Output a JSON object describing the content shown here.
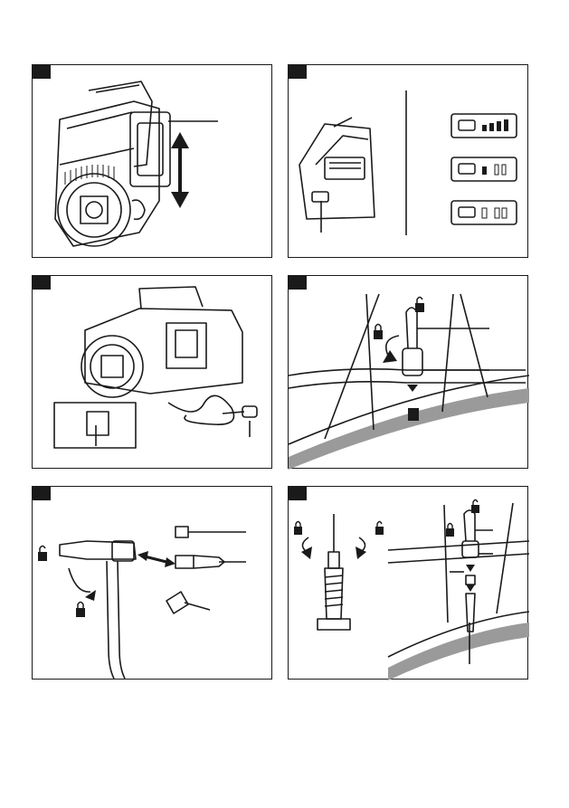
{
  "page": {
    "panels": [
      {
        "id": "p1",
        "subject": "compressor-handle-raise"
      },
      {
        "id": "p2",
        "subject": "battery-indicator"
      },
      {
        "id": "p3",
        "subject": "compressor-storage"
      },
      {
        "id": "p4",
        "subject": "bicycle-valve-lever"
      },
      {
        "id": "p5",
        "subject": "nozzle-adapters"
      },
      {
        "id": "p6",
        "subject": "presta-valve"
      }
    ],
    "colors": {
      "ink": "#1a1a1a",
      "panel_tab": "#1a1a1a",
      "rim_grey": "#9a9a9a",
      "background": "#ffffff"
    }
  }
}
